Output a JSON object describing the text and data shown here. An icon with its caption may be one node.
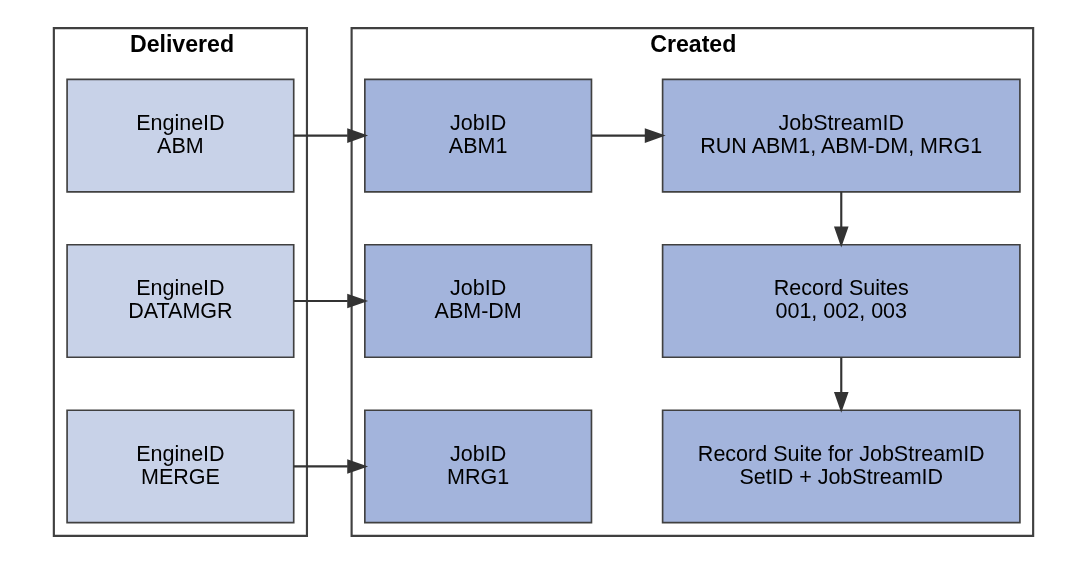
{
  "diagram": {
    "nodes": [
      {
        "text": [
          "Delivered"
        ]
      },
      {
        "text": [
          "EngineID",
          "ABM"
        ],
        "in": 0
      },
      {
        "text": [
          "EngineID",
          "DATAMGR"
        ],
        "in": 0
      },
      {
        "text": [
          "EngineID",
          "MERGE"
        ],
        "in": 0
      },
      {
        "text": [
          "Created"
        ]
      },
      {
        "text": [
          "JobID",
          "ABM1"
        ],
        "in": 4
      },
      {
        "text": [
          "JobStreamID",
          "RUN ABM1, ABM-DM, MRG1"
        ],
        "in": 4
      },
      {
        "text": [
          "JobID",
          "ABM-DM"
        ],
        "in": 4
      },
      {
        "text": [
          "Record Suites",
          "001, 002, 003"
        ],
        "in": 4
      },
      {
        "text": [
          "JobID",
          "MRG1"
        ],
        "in": 4
      },
      {
        "text": [
          "Record Suite for JobStreamID",
          "SetID + JobStreamID"
        ],
        "in": 4
      }
    ],
    "edges": [
      {
        "from": 1,
        "to": 5,
        "arrow": "to"
      },
      {
        "from": 5,
        "to": 6,
        "arrow": "to"
      },
      {
        "from": 6,
        "to": 8,
        "arrow": "to"
      },
      {
        "from": 2,
        "to": 7,
        "arrow": "to"
      },
      {
        "from": 8,
        "to": 10,
        "arrow": "to"
      },
      {
        "from": 3,
        "to": 9,
        "arrow": "to"
      }
    ]
  }
}
